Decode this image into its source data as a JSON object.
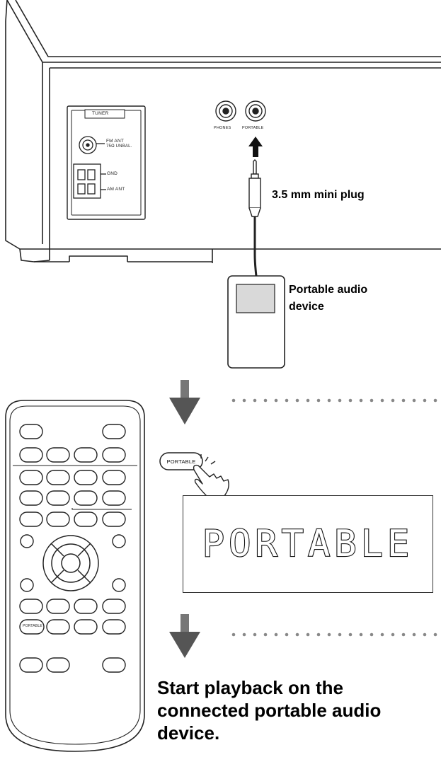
{
  "unit_panel": {
    "tuner_title": "TUNER",
    "fm_ant_label": "FM ANT",
    "fm_ant_sublabel": "75Ω UNBAL.",
    "gnd_label": "GND",
    "am_ant_label": "AM ANT",
    "phones_label": "PHONES",
    "portable_jack_label": "PORTABLE"
  },
  "callouts": {
    "plug": "3.5 mm mini plug",
    "device_line1": "Portable audio",
    "device_line2": "device"
  },
  "remote": {
    "portable_button_label": "PORTABLE"
  },
  "press_button": {
    "label": "PORTABLE"
  },
  "display": {
    "text": "PORTABLE"
  },
  "instruction": {
    "text": "Start playback on the connected portable audio device."
  },
  "colors": {
    "line": "#222222",
    "device_screen": "#d9d9d9",
    "arrow": "#666666",
    "dots": "#888888"
  }
}
